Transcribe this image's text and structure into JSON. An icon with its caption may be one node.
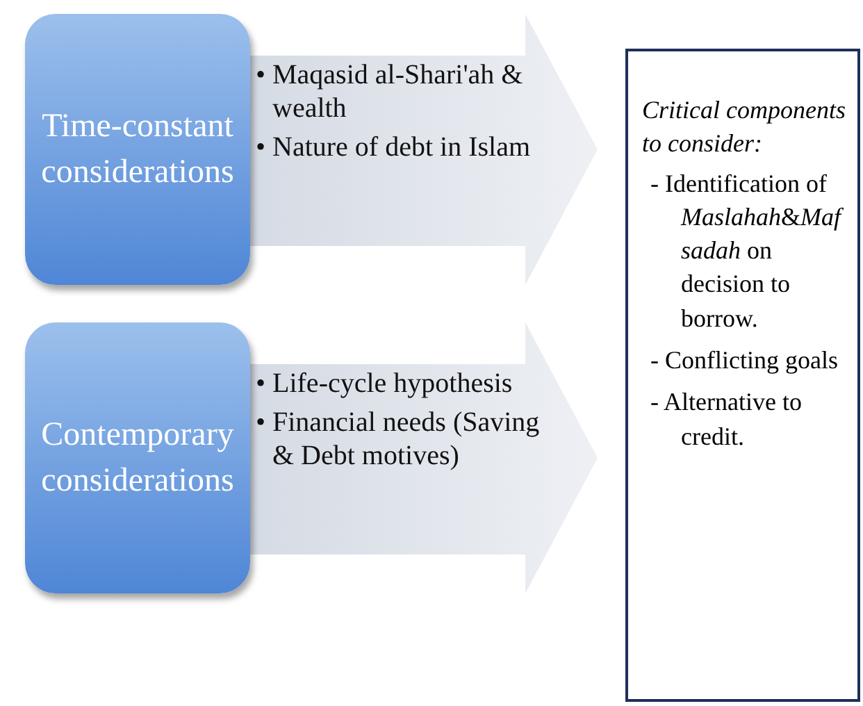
{
  "diagram": {
    "nodes": [
      {
        "text": [
          "Time-constant considerations"
        ]
      },
      {
        "text": [
          "• Maqasid al-Shari'ah & wealth",
          "• Nature of debt in Islam"
        ]
      },
      {
        "text": [
          "Contemporary considerations"
        ]
      },
      {
        "text": [
          "• Life-cycle hypothesis",
          "• Financial needs (Saving & Debt motives)"
        ]
      },
      {
        "text": [
          "Critical components to consider:",
          "- Identification of *Maslahah*&*Mafsadah* on decision to borrow.",
          "- Conflicting goals",
          "- Alternative to credit."
        ]
      }
    ]
  }
}
